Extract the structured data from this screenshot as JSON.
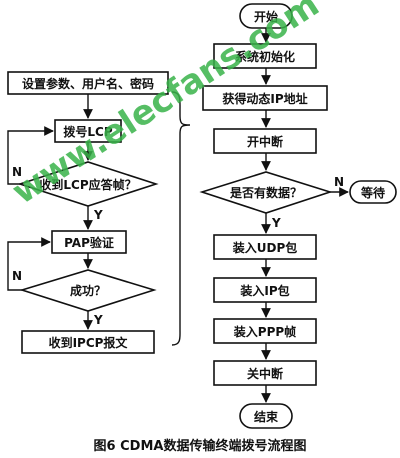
{
  "left": {
    "header": "设置参数、用户名、密码",
    "dial_lcp": "拨号LCP",
    "decision_lcp": "收到LCP应答帧？",
    "pap": "PAP验证",
    "decision_success": "成功？",
    "ipcp": "收到IPCP报文",
    "label_n1": "N",
    "label_y1": "Y",
    "label_n2": "N",
    "label_y2": "Y"
  },
  "right": {
    "start": "开始",
    "init": "系统初始化",
    "get_ip": "获得动态IP地址",
    "enable_int": "开中断",
    "decision_data": "是否有数据？",
    "wait": "等待",
    "pack_udp": "装入UDP包",
    "pack_ip": "装入IP包",
    "pack_ppp": "装入PPP帧",
    "disable_int": "关中断",
    "end": "结束",
    "label_n": "N",
    "label_y": "Y"
  },
  "caption": "图6 CDMA数据传输终端拨号流程图",
  "watermark": "www.elecfans.com"
}
